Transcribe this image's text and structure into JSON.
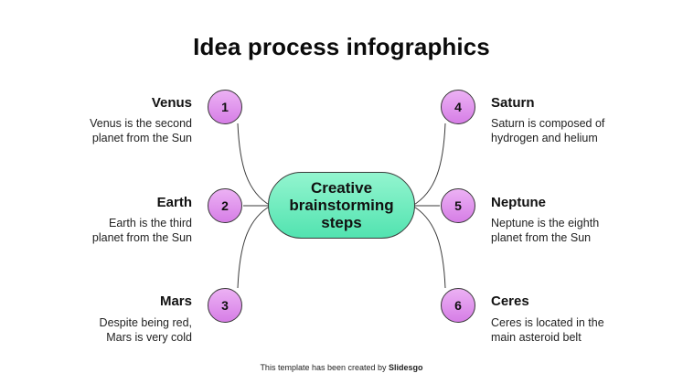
{
  "title": "Idea process infographics",
  "center": {
    "line1": "Creative",
    "line2": "brainstorming",
    "line3": "steps"
  },
  "items": [
    {
      "number": "1",
      "title": "Venus",
      "desc1": "Venus is the second",
      "desc2": "planet from the Sun"
    },
    {
      "number": "2",
      "title": "Earth",
      "desc1": "Earth is the third",
      "desc2": "planet from the Sun"
    },
    {
      "number": "3",
      "title": "Mars",
      "desc1": "Despite being red,",
      "desc2": "Mars is very cold"
    },
    {
      "number": "4",
      "title": "Saturn",
      "desc1": "Saturn is composed of",
      "desc2": "hydrogen and helium"
    },
    {
      "number": "5",
      "title": "Neptune",
      "desc1": "Neptune is the eighth",
      "desc2": "planet from the Sun"
    },
    {
      "number": "6",
      "title": "Ceres",
      "desc1": "Ceres is located in the",
      "desc2": "main asteroid belt"
    }
  ],
  "footer": {
    "prefix": "This template has been created by",
    "brand": "Slidesgo"
  },
  "colors": {
    "center_fill": "#6aeabb",
    "circle_fill": "#e19cee",
    "stroke": "#3a3a3a"
  }
}
